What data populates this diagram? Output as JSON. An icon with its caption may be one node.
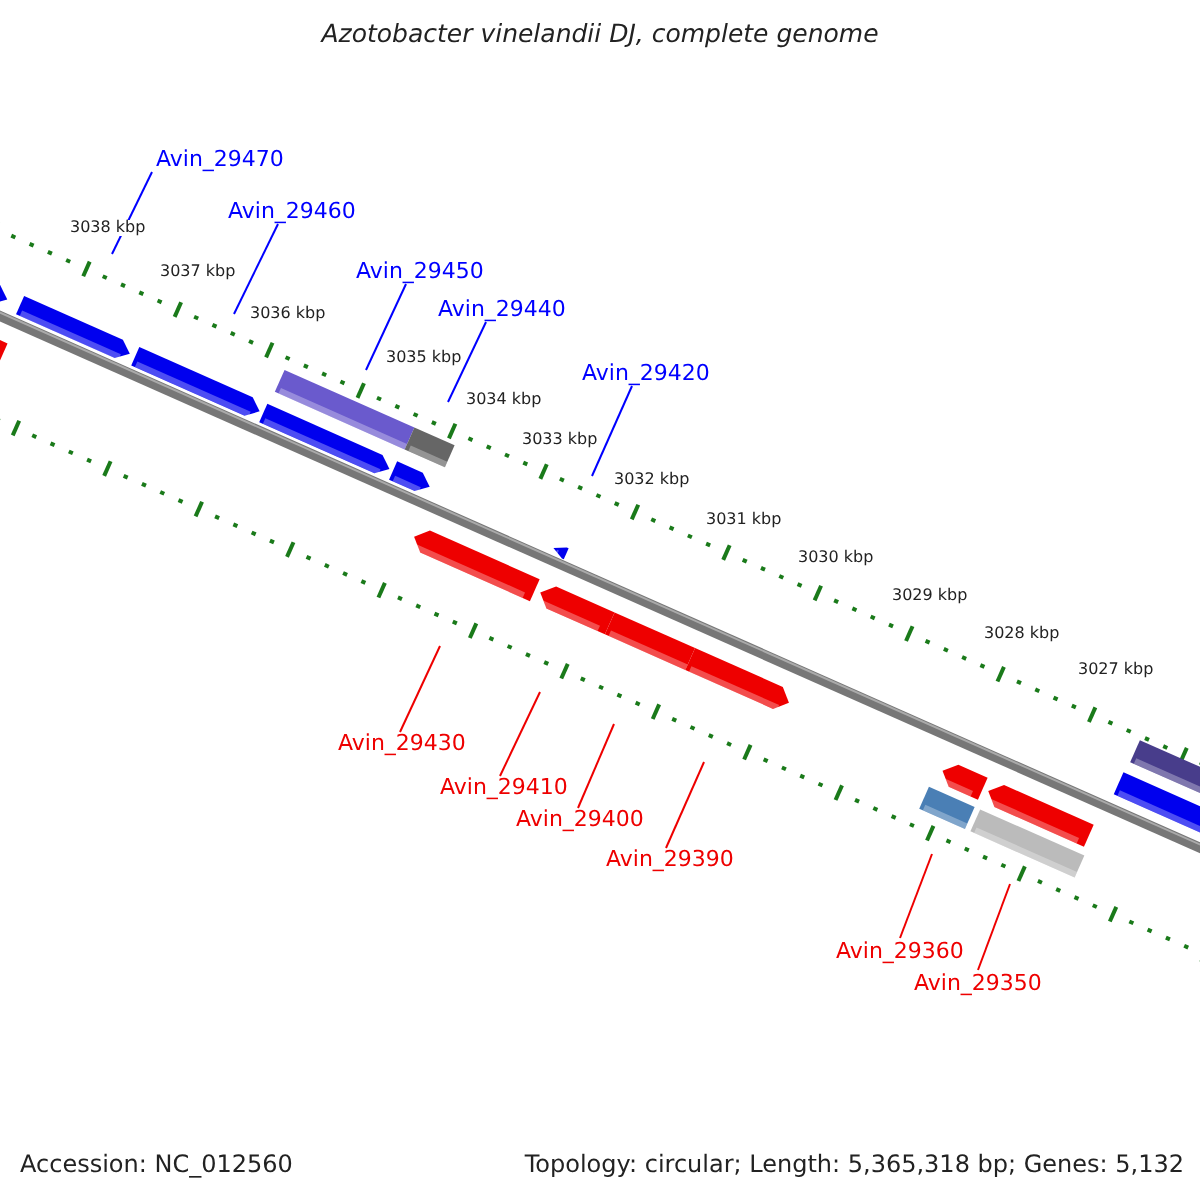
{
  "diagram": {
    "title": "Azotobacter vinelandii DJ, complete genome",
    "nodes": [
      {
        "text": [
          "Avin_29470"
        ]
      },
      {
        "text": [
          "Avin_29460"
        ]
      },
      {
        "text": [
          "Avin_29450"
        ]
      },
      {
        "text": [
          "Avin_29440"
        ]
      },
      {
        "text": [
          "Avin_29420"
        ]
      },
      {
        "text": [
          "Avin_29430"
        ]
      },
      {
        "text": [
          "Avin_29410"
        ]
      },
      {
        "text": [
          "Avin_29400"
        ]
      },
      {
        "text": [
          "Avin_29390"
        ]
      },
      {
        "text": [
          "Avin_29360"
        ]
      },
      {
        "text": [
          "Avin_29350"
        ]
      }
    ],
    "edges": [
      {
        "from": 0,
        "to": null,
        "arrow": "none",
        "color": "#0000ff"
      },
      {
        "from": 1,
        "to": null,
        "arrow": "none",
        "color": "#0000ff"
      },
      {
        "from": 2,
        "to": null,
        "arrow": "none",
        "color": "#0000ff"
      },
      {
        "from": 3,
        "to": null,
        "arrow": "none",
        "color": "#0000ff"
      },
      {
        "from": 4,
        "to": null,
        "arrow": "none",
        "color": "#0000ff"
      },
      {
        "from": 5,
        "to": null,
        "arrow": "none"
      },
      {
        "from": 6,
        "to": null,
        "arrow": "none"
      },
      {
        "from": 7,
        "to": null,
        "arrow": "none"
      },
      {
        "from": 8,
        "to": null,
        "arrow": "none"
      },
      {
        "from": 9,
        "to": null,
        "arrow": "none"
      },
      {
        "from": 10,
        "to": null,
        "arrow": "none"
      }
    ],
    "labels": [
      "3038 kbp",
      "3037 kbp",
      "3036 kbp",
      "3035 kbp",
      "3034 kbp",
      "3033 kbp",
      "3032 kbp",
      "3031 kbp",
      "3030 kbp",
      "3029 kbp",
      "3028 kbp",
      "3027 kbp",
      "Accession: NC_012560",
      "Topology: circular; Length: 5,365,318 bp; Genes: 5,132"
    ]
  }
}
